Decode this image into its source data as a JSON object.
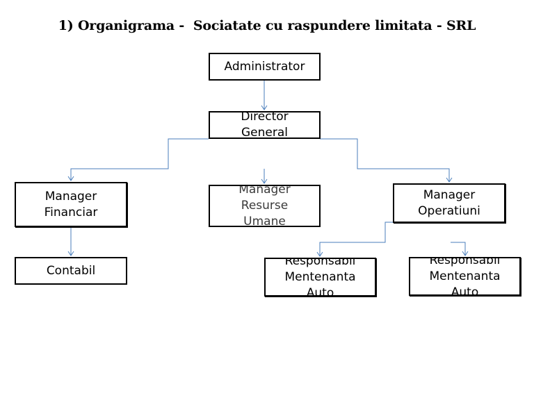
{
  "title": "1) Organigrama -  Sociatate cu raspundere limitata - SRL",
  "colors": {
    "connector": "#4a7ebb",
    "box_border": "#000000",
    "text": "#000000"
  },
  "nodes": {
    "administrator": "Administrator",
    "director_general": "Director\nGeneral",
    "manager_financiar": "Manager\nFinanciar",
    "manager_resurse_umane": "Manager\nResurse\nUmane",
    "manager_operatiuni": "Manager\nOperatiuni",
    "contabil": "Contabil",
    "responsabil_mentenanta_1": "Responsabil\nMentenanta\nAuto",
    "responsabil_mentenanta_2": "Responsabil\nMentenanta\nAuto"
  }
}
